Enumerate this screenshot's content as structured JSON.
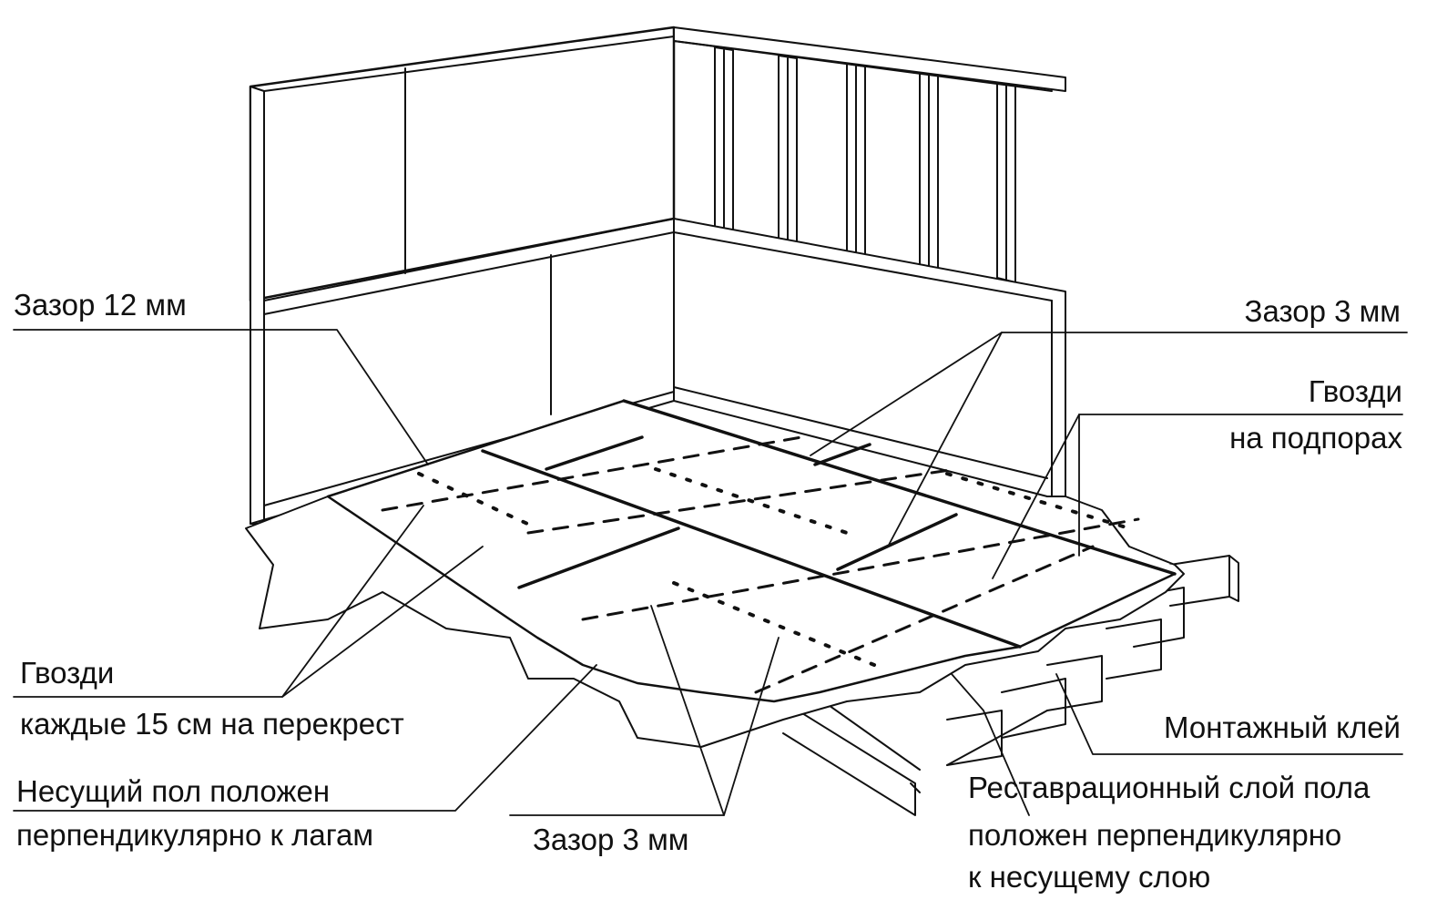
{
  "labels": {
    "gap_12": "Зазор 12 мм",
    "gap_3_top": "Зазор 3 мм",
    "nails_supports_1": "Гвозди",
    "nails_supports_2": "на  подпорах",
    "nails_15_1": "Гвозди",
    "nails_15_2": "каждые 15 см на перекрест",
    "subfloor_1": "Несущий пол положен",
    "subfloor_2": "перпендикулярно к лагам",
    "gap_3_bottom": "Зазор 3 мм",
    "glue": "Монтажный клей",
    "underlay_1": "Реставрационный слой пола",
    "underlay_2": "положен перпендикулярно",
    "underlay_3": "к несущему слою"
  },
  "colors": {
    "ink": "#111111",
    "background": "#ffffff"
  }
}
